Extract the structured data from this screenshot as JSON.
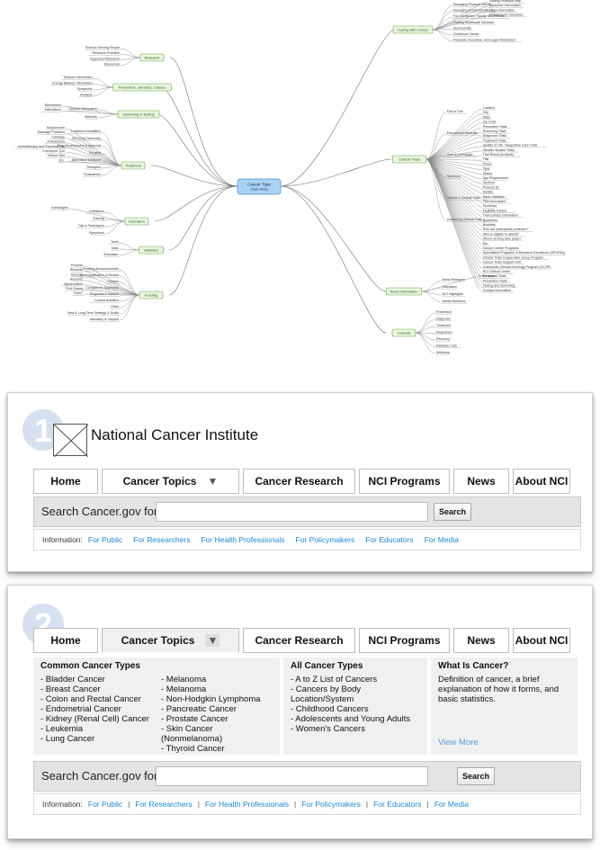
{
  "mindmap": {
    "center": {
      "line1": "Cancer Type",
      "line2": "(Topic Area)"
    },
    "branches": [
      {
        "label": "Research",
        "leaves": [
          "Science Serving People",
          "Research Priorities",
          "Supported Research",
          "Resources"
        ]
      },
      {
        "label": "Prevention, Genetics, Causes",
        "leaves": [
          "Tobacco Information",
          "Energy Balance Information",
          "Symptoms",
          "Analysis"
        ]
      },
      {
        "label": "Screening & Testing",
        "leaves": [
          "General Information",
          "Methods"
        ],
        "extra": [
          "Biomarkers",
          "Instructions"
        ]
      },
      {
        "label": "Treatment",
        "leaves": [
          "Treatment Modalities",
          "NCI Drug Dictionary",
          "Drug Development & Approval",
          "Surgical",
          "Alternative Medicine",
          "Therapies",
          "Evaluations"
        ],
        "extra": [
          "Acupuncture",
          "Massage Practices",
          "Cartilage",
          "Antioxidants",
          "Aromatherapy and Essential Oils",
          "Coenzyme Q10",
          "Gerson Diet",
          "Etc."
        ]
      },
      {
        "label": "Education",
        "leaves": [
          "Definitions",
          "Training",
          "Tips & Techniques",
          "Symptoms"
        ],
        "extra": [
          "Anthologies"
        ]
      },
      {
        "label": "Statistics",
        "leaves": [
          "Tools",
          "Data",
          "Education"
        ]
      },
      {
        "label": "Funding",
        "leaves": [
          "Funding Announcements",
          "Grant Application & Review",
          "Policies",
          "Contacts for Applicants",
          "Programs & Mission",
          "Current Activities",
          "Other",
          "New & Long-Term Strategy & Goals",
          "Advocacy & Support"
        ],
        "extra": [
          "Process",
          "Rewards",
          "Sources",
          "Amounts",
          "Opportunities",
          "Find Grants",
          "Tools?"
        ]
      },
      {
        "label": "Coping with Cancer",
        "leaves": [
          "Managing Physical Effects",
          "Managing Emotional Effects",
          "For Caregivers, Family, and Friends",
          "Finding Healthcare Services",
          "Survivorship",
          "Childhood Cancer",
          "Financial, Insurance, and Legal Information"
        ],
        "extra": [
          "Getting Financial Help",
          "Insurance Information",
          "Legal Information",
          "Preparing for Insurance"
        ]
      },
      {
        "label": "Clinical Trials",
        "leaves": [
          "Find a Trial",
          "Educational Materials",
          "How to participate",
          "Sponsors",
          "Natural & Clinical Trials",
          "Contacting Clinical Trials"
        ],
        "extra": [
          "Location",
          "City",
          "State",
          "Zip Code",
          "Prevention Trials",
          "Screening Trials",
          "Diagnostic Trials",
          "Treatment Trials",
          "Quality of Life / Supportive Care Trials",
          "Genetic Studies Trials",
          "Trial Result (In-depth)",
          "Title",
          "Phase",
          "Type",
          "Status",
          "Age Requirement",
          "Sponsor",
          "Protocol ID",
          "Details",
          "Basic Statistics",
          "Trial Description",
          "Summary",
          "Eligibility Criteria",
          "Trial Contact Information",
          "Brochures",
          "Booklets",
          "How are participants protected?",
          "Who is eligible to attend?",
          "Where do they take place?",
          "Etc.",
          "Cancer Centre Programs",
          "Specialized Programs of Research Excellence (SPOREs)",
          "Clinical Trials Cooperative Group Program",
          "Cancer Trials Support Unit",
          "Community Clinical Oncology Program (CCOP)",
          "NCI Clinical Center",
          "Treatment Trials",
          "Prevention Trials",
          "Testing and Screening",
          "Contact Information"
        ]
      },
      {
        "label": "News Information",
        "leaves": [
          "News Releases",
          "Education",
          "NCI Highlights",
          "Media Relations"
        ],
        "extra": [
          "In the news"
        ]
      },
      {
        "label": "Journals",
        "leaves": [
          "Prevention",
          "Diagnosis",
          "Treatment",
          "Responses",
          "Recovery",
          "Palliative Care",
          "Wellness"
        ]
      }
    ]
  },
  "panel1": {
    "badge": "1",
    "site_title": "National Cancer Institute",
    "nav": [
      "Home",
      "Cancer Topics",
      "Cancer Research",
      "NCI Programs",
      "News",
      "About NCI"
    ],
    "search_label": "Search Cancer.gov for:",
    "search_button": "Search",
    "info_label": "Information:",
    "info_links": [
      "For Public",
      "For Researchers",
      "For Health Professionals",
      "For Policymakers",
      "For Educators",
      "For Media"
    ]
  },
  "panel2": {
    "badge": "2",
    "nav": [
      "Home",
      "Cancer Topics",
      "Cancer Research",
      "NCI Programs",
      "News",
      "About NCI"
    ],
    "common_title": "Common Cancer Types",
    "common_col1": [
      "- Bladder Cancer",
      "- Breast Cancer",
      "- Colon and Rectal Cancer",
      "- Endometrial Cancer",
      "- Kidney (Renal Cell) Cancer",
      "- Leukemia",
      "- Lung Cancer"
    ],
    "common_col2": [
      "- Melanoma",
      "- Melanoma",
      "- Non-Hodgkin Lymphoma",
      "- Pancreatic Cancer",
      "- Prostate Cancer",
      "- Skin Cancer (Nonmelanoma)",
      "- Thyroid Cancer"
    ],
    "all_title": "All Cancer Types",
    "all_items": [
      "- A to Z List of Cancers",
      "- Cancers by Body Location/System",
      "- Childhood Cancers",
      "- Adolescents and Young Adults",
      "- Women's Cancers"
    ],
    "what_title": "What Is Cancer?",
    "what_text": "Definition of cancer, a brief explanation of how it forms, and basic statistics.",
    "view_more": "View More",
    "search_label": "Search Cancer.gov for:",
    "search_button": "Search",
    "info_label": "Information:",
    "info_links": [
      "For Public",
      "For Researchers",
      "For Health Professionals",
      "For Policymakers",
      "For Educators",
      "For Media"
    ]
  },
  "colors": {
    "link": "#1f86d6",
    "node_fill": "#e9f6df",
    "center_fill": "#a9d3f5",
    "badge": "#d7e0ef"
  }
}
